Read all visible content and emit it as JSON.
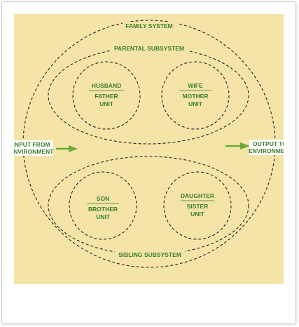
{
  "diagram": {
    "colors": {
      "background": "#f4e4a8",
      "text": "#3b7f2c",
      "stroke": "#222222",
      "arrow": "#6aaa3a"
    },
    "family_label": "FAMILY SYSTEM",
    "parental_label": "PARENTAL SUBSYSTEM",
    "sibling_label": "SIBLING SUBSYSTEM",
    "husband": {
      "line1": "HUSBAND",
      "line2": "FATHER",
      "line3": "UNIT"
    },
    "wife": {
      "line1": "WIFE",
      "line2": "MOTHER",
      "line3": "UNIT"
    },
    "son": {
      "line1": "SON",
      "line2": "BROTHER",
      "line3": "UNIT"
    },
    "daughter": {
      "line1": "DAUGHTER",
      "line2": "SISTER",
      "line3": "UNIT"
    },
    "input": {
      "line1": "INPUT FROM",
      "line2": "ENVIRONMENT"
    },
    "output": {
      "line1": "OUTPUT TO",
      "line2": "ENVIRONMENT"
    }
  }
}
